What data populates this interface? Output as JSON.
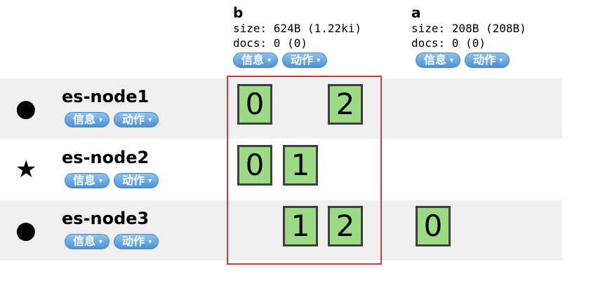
{
  "buttons": {
    "info": "信息",
    "action": "动作",
    "caret": "▾"
  },
  "indices": [
    {
      "name": "b",
      "size": "size: 624B (1.22ki)",
      "docs": "docs: 0 (0)"
    },
    {
      "name": "a",
      "size": "size: 208B (208B)",
      "docs": "docs: 0 (0)"
    }
  ],
  "nodes": [
    {
      "name": "es-node1",
      "icon": "●",
      "icon_name": "circle-icon",
      "b_shards": [
        "0",
        "2"
      ],
      "a_shards": []
    },
    {
      "name": "es-node2",
      "icon": "★",
      "icon_name": "star-icon",
      "b_shards": [
        "0",
        "1"
      ],
      "a_shards": []
    },
    {
      "name": "es-node3",
      "icon": "●",
      "icon_name": "circle-icon",
      "b_shards": [
        "1",
        "2"
      ],
      "a_shards": [
        "0"
      ]
    }
  ],
  "colors": {
    "shard_fill": "#9bdb86",
    "shard_border": "#3f3f3f",
    "selection": "#d9373f",
    "row_alt": "#efefef",
    "button": "#5b9be0"
  }
}
